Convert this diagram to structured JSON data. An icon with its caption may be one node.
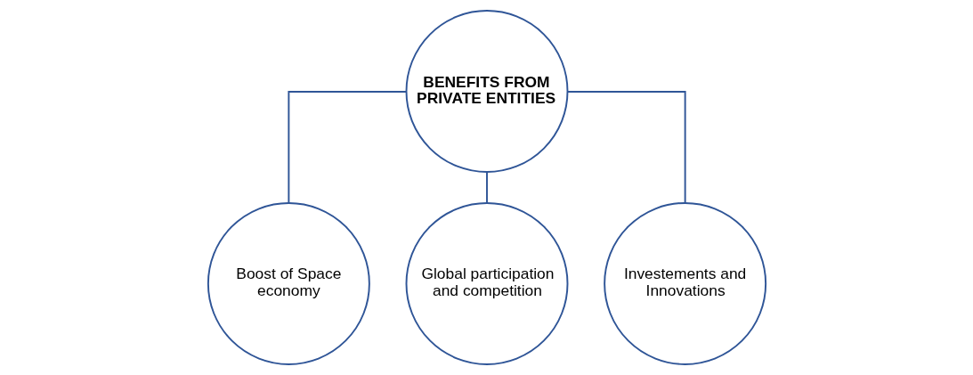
{
  "diagram": {
    "nodes": [
      {
        "text": [
          "BENEFITS FROM PRIVATE ENTITIES"
        ]
      },
      {
        "text": [
          "Boost of Space economy"
        ]
      },
      {
        "text": [
          "Global participation and competition"
        ]
      },
      {
        "text": [
          "Investements and Innovations"
        ]
      }
    ],
    "edges": [
      {
        "from": 0,
        "to": 1,
        "arrow": "none"
      },
      {
        "from": 0,
        "to": 2,
        "arrow": "none"
      },
      {
        "from": 0,
        "to": 3,
        "arrow": "none"
      }
    ]
  }
}
